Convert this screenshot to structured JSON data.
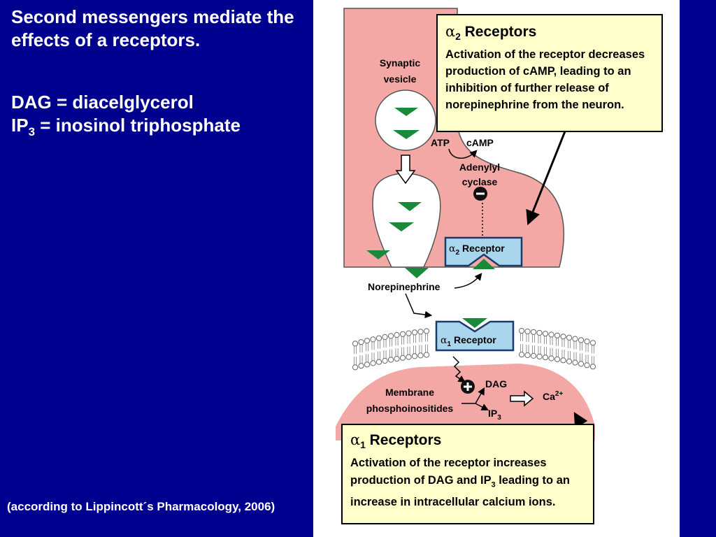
{
  "slide": {
    "title": "Second messengers mediate the effects of a receptors.",
    "abbr_dag": "DAG = diacelglycerol",
    "abbr_ip3_prefix": "IP",
    "abbr_ip3_sub": "3",
    "abbr_ip3_rest": " = inosinol triphosphate",
    "citation": "(according to Lippincott´s Pharmacology, 2006)"
  },
  "diagram": {
    "synaptic_vesicle_line1": "Synaptic",
    "synaptic_vesicle_line2": "vesicle",
    "atp": "ATP",
    "camp": "cAMP",
    "adenylyl_line1": "Adenylyl",
    "adenylyl_line2": "cyclase",
    "minus_sign": "−",
    "plus_sign": "+",
    "alpha_symbol": "α",
    "a2_receptor_sub": "2",
    "a2_receptor_word": "Receptor",
    "a1_receptor_sub": "1",
    "a1_receptor_word": "Receptor",
    "norepinephrine": "Norepinephrine",
    "dag": "DAG",
    "ca": "Ca",
    "ca_sup": "2+",
    "ip": "IP",
    "ip_sub": "3",
    "membrane_line1": "Membrane",
    "membrane_line2": "phosphoinositides"
  },
  "callout_a2": {
    "alpha": "α",
    "sub": "2",
    "title": " Receptors",
    "body": "Activation of the receptor decreases production of cAMP, leading to an inhibition of further release of norepinephrine from the neuron."
  },
  "callout_a1": {
    "alpha": "α",
    "sub": "1",
    "title": " Receptors",
    "body_part1": "Activation of the receptor increases production of DAG and IP",
    "body_sub": "3",
    "body_part2": " leading to an increase in intracellular calcium ions."
  },
  "colors": {
    "background": "#00008f",
    "neuron_pink": "#f4a8a6",
    "receptor_blue": "#a9d6ec",
    "norepinephrine_green": "#1a8a3a",
    "callout_yellow": "#ffffcc"
  }
}
